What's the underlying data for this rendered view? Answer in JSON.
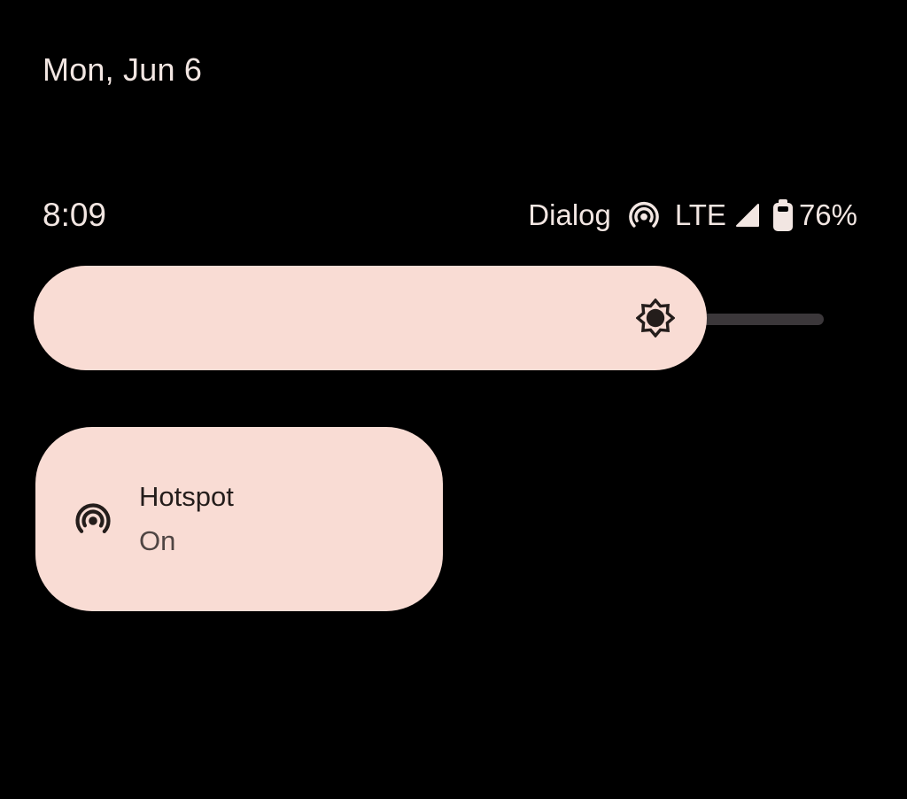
{
  "colors": {
    "background": "#000000",
    "surface_pink": "#F9DCD4",
    "on_surface_dark": "#241D1B",
    "on_surface_variant": "#4F4543",
    "status_text": "#F2E6E2",
    "slider_track": "#3B373A"
  },
  "shade": {
    "date": "Mon, Jun 6"
  },
  "status_bar": {
    "time": "8:09",
    "carrier": "Dialog",
    "network_type": "LTE",
    "signal_level": "full",
    "battery_percent": "76%"
  },
  "brightness_slider": {
    "value_fraction": 0.85
  },
  "quick_settings": {
    "tiles": [
      {
        "label": "Hotspot",
        "status": "On",
        "icon": "hotspot-icon",
        "active": true
      }
    ]
  }
}
